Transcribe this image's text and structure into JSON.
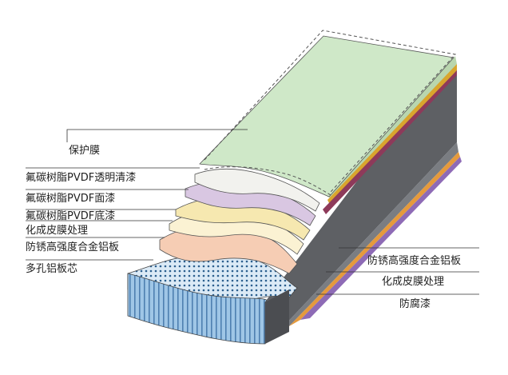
{
  "labels_left": [
    {
      "id": "protective-film",
      "text": "保护膜"
    },
    {
      "id": "pvdf-clear-coat",
      "text": "氟碳树脂PVDF透明清漆"
    },
    {
      "id": "pvdf-top-coat",
      "text": "氟碳树脂PVDF面漆"
    },
    {
      "id": "pvdf-primer",
      "text": "氟碳树脂PVDF底漆"
    },
    {
      "id": "conversion-treatment-top",
      "text": "化成皮膜处理"
    },
    {
      "id": "alloy-panel-top",
      "text": "防锈高强度合金铝板"
    },
    {
      "id": "honeycomb-core",
      "text": "多孔铝板芯"
    }
  ],
  "labels_right": [
    {
      "id": "alloy-panel-bottom",
      "text": "防锈高强度合金铝板"
    },
    {
      "id": "conversion-treatment-bottom",
      "text": "化成皮膜处理"
    },
    {
      "id": "anticorrosion-paint",
      "text": "防腐漆"
    }
  ],
  "colors": {
    "protective_film": "#cfe8c8",
    "clear_coat": "#f2f2ee",
    "top_coat": "#d9c7e2",
    "primer": "#f6e8b0",
    "conversion": "#fbf2d3",
    "alloy_panel": "#f6cdb4",
    "core_top": "#dbeaf6",
    "core_dots": "#2b5f8e",
    "core_front": "#9fc6e6",
    "core_stripes": "#4e7fb0",
    "right_side": "#5e6064",
    "edge_orange": "#e59a3c",
    "edge_purple": "#8e6bb6",
    "edge_gold": "#d9a52d",
    "leader": "#333333"
  }
}
